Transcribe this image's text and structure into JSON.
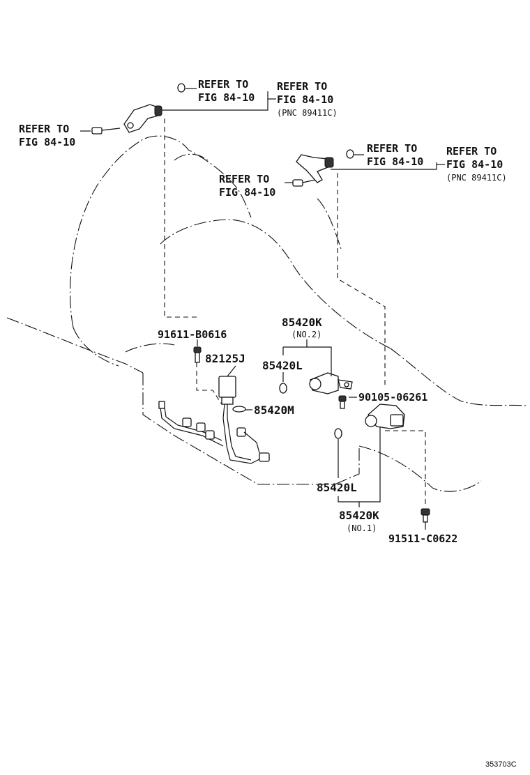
{
  "refs": {
    "r1_line1": "REFER TO",
    "r1_line2": "FIG 84-10",
    "r2_line1": "REFER TO",
    "r2_line2": "FIG 84-10",
    "r2_line3": "(PNC 89411C)",
    "r3_line1": "REFER TO",
    "r3_line2": "FIG 84-10",
    "r4_line1": "REFER TO",
    "r4_line2": "FIG 84-10",
    "r5_line1": "REFER TO",
    "r5_line2": "FIG 84-10",
    "r6_line1": "REFER TO",
    "r6_line2": "FIG 84-10",
    "r6_line3": "(PNC 89411C)"
  },
  "parts": {
    "p91611": "91611-B0616",
    "p82125J": "82125J",
    "p85420M": "85420M",
    "p85420K_no2": "85420K",
    "no2": "(NO.2)",
    "p85420L_top": "85420L",
    "p90105": "90105-06261",
    "p85420L_bottom": "85420L",
    "p85420K_no1": "85420K",
    "no1": "(NO.1)",
    "p91511": "91511-C0622"
  },
  "figure_id": "353703C"
}
